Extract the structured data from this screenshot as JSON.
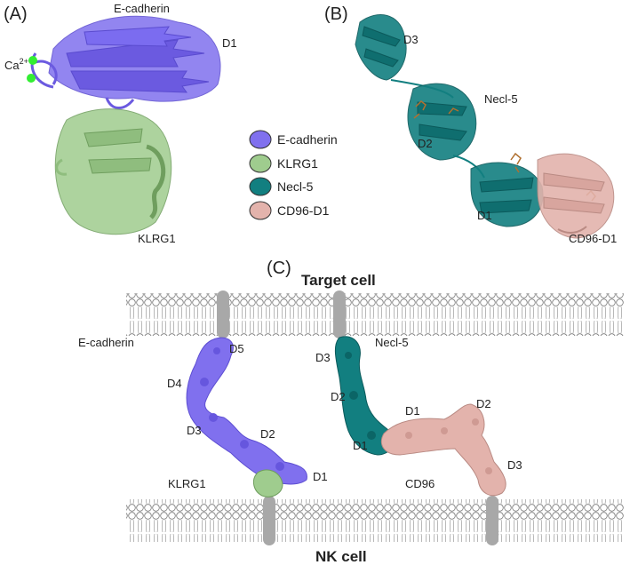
{
  "panels": {
    "a": {
      "label": "(A)",
      "ecad_title": "E-cadherin",
      "d1": "D1",
      "ca_label": "Ca",
      "ca_sup": "2+",
      "klrg1_label": "KLRG1"
    },
    "b": {
      "label": "(B)",
      "d3": "D3",
      "necl5": "Necl-5",
      "d2": "D2",
      "d1": "D1",
      "cd96d1": "CD96-D1"
    },
    "c": {
      "label": "(C)",
      "target_cell": "Target cell",
      "nk_cell": "NK cell",
      "ecad": "E-cadherin",
      "ecad_domains": [
        "D5",
        "D4",
        "D3",
        "D2",
        "D1"
      ],
      "klrg1": "KLRG1",
      "necl5": "Necl-5",
      "necl_domains": [
        "D3",
        "D2",
        "D1"
      ],
      "cd96": "CD96",
      "cd96_domains": [
        "D1",
        "D2",
        "D3"
      ]
    }
  },
  "legend": [
    {
      "label": "E-cadherin",
      "color": "#8070ee"
    },
    {
      "label": "KLRG1",
      "color": "#9fcc8e"
    },
    {
      "label": "Necl-5",
      "color": "#127f80"
    },
    {
      "label": "CD96-D1",
      "color": "#e3b3ac"
    }
  ],
  "colors": {
    "ecadherin": "#8070ee",
    "klrg1": "#9fcc8e",
    "necl5": "#127f80",
    "cd96": "#e3b3ac",
    "membrane_protein": "#a8a8a8",
    "calcium": "#33ee33"
  }
}
